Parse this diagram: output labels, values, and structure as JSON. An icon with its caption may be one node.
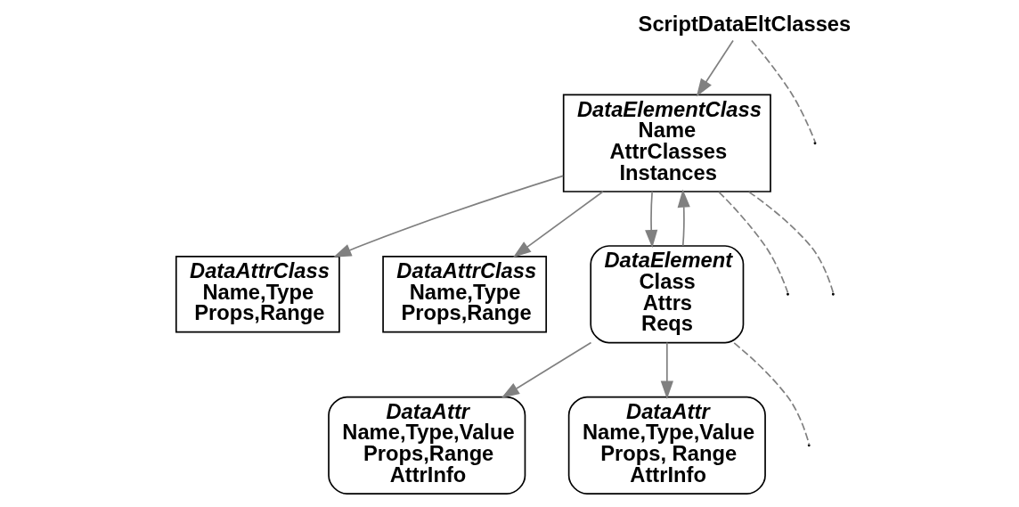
{
  "diagram": {
    "nodes": [
      {
        "text": [
          "ScriptDataEltClasses"
        ]
      },
      {
        "text": [
          "DataElementClass",
          "Name",
          "AttrClasses",
          "Instances"
        ]
      },
      {
        "text": [
          "DataAttrClass",
          "Name,Type",
          "Props,Range"
        ]
      },
      {
        "text": [
          "DataAttrClass",
          "Name,Type",
          "Props,Range"
        ]
      },
      {
        "text": [
          "DataElement",
          "Class",
          "Attrs",
          "Reqs"
        ]
      },
      {
        "text": [
          "DataAttr",
          "Name,Type,Value",
          "Props,Range",
          "AttrInfo"
        ]
      },
      {
        "text": [
          "DataAttr",
          "Name,Type,Value",
          "Props, Range",
          "AttrInfo"
        ]
      }
    ],
    "edges": [
      {
        "from": 0,
        "to": 1,
        "arrow": "to"
      },
      {
        "from": 0,
        "to": null,
        "arrow": "none",
        "style": "dashed"
      },
      {
        "from": 1,
        "to": 2,
        "arrow": "to"
      },
      {
        "from": 1,
        "to": 3,
        "arrow": "to"
      },
      {
        "from": 1,
        "to": null,
        "arrow": "none",
        "style": "dashed"
      },
      {
        "from": 1,
        "to": 4,
        "arrow": "to"
      },
      {
        "from": 1,
        "to": null,
        "arrow": "none",
        "style": "dashed"
      },
      {
        "from": 4,
        "to": 1,
        "arrow": "to"
      },
      {
        "from": 4,
        "to": 5,
        "arrow": "to"
      },
      {
        "from": 4,
        "to": 6,
        "arrow": "to"
      },
      {
        "from": 4,
        "to": null,
        "arrow": "none",
        "style": "dashed"
      }
    ]
  }
}
